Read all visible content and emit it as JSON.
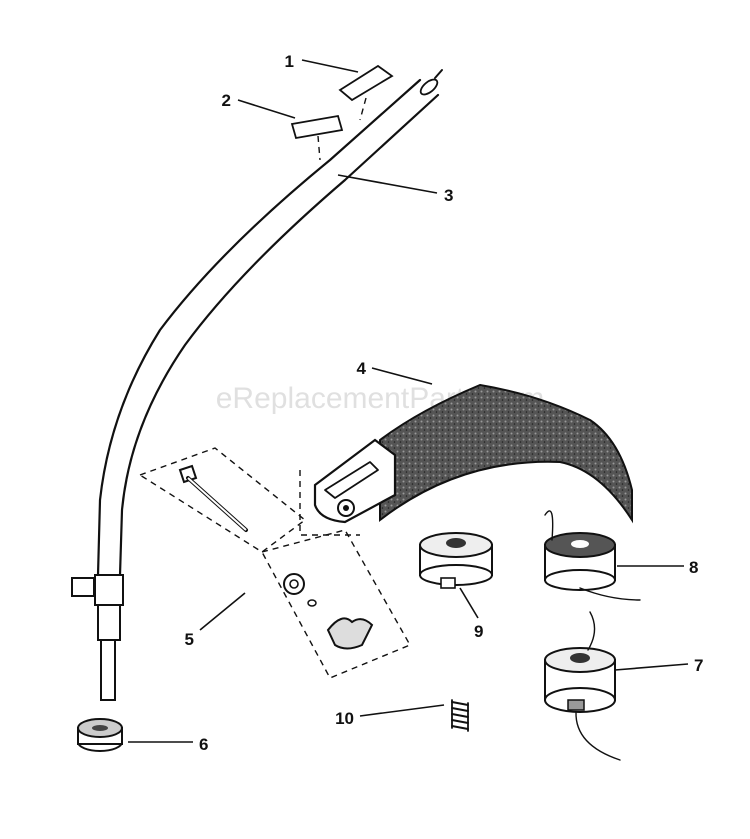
{
  "watermark": "eReplacementParts.com",
  "callouts": [
    {
      "id": "1",
      "label": "1"
    },
    {
      "id": "2",
      "label": "2"
    },
    {
      "id": "3",
      "label": "3"
    },
    {
      "id": "4",
      "label": "4"
    },
    {
      "id": "5",
      "label": "5"
    },
    {
      "id": "6",
      "label": "6"
    },
    {
      "id": "7",
      "label": "7"
    },
    {
      "id": "8",
      "label": "8"
    },
    {
      "id": "9",
      "label": "9"
    },
    {
      "id": "10",
      "label": "10"
    }
  ],
  "parts_icons": [
    "label-decal",
    "label-decal",
    "curved-drive-shaft-tube",
    "grass-deflector-shield",
    "hardware-kit",
    "knob",
    "trimmer-head",
    "trimmer-head-spool",
    "hub",
    "spring"
  ]
}
